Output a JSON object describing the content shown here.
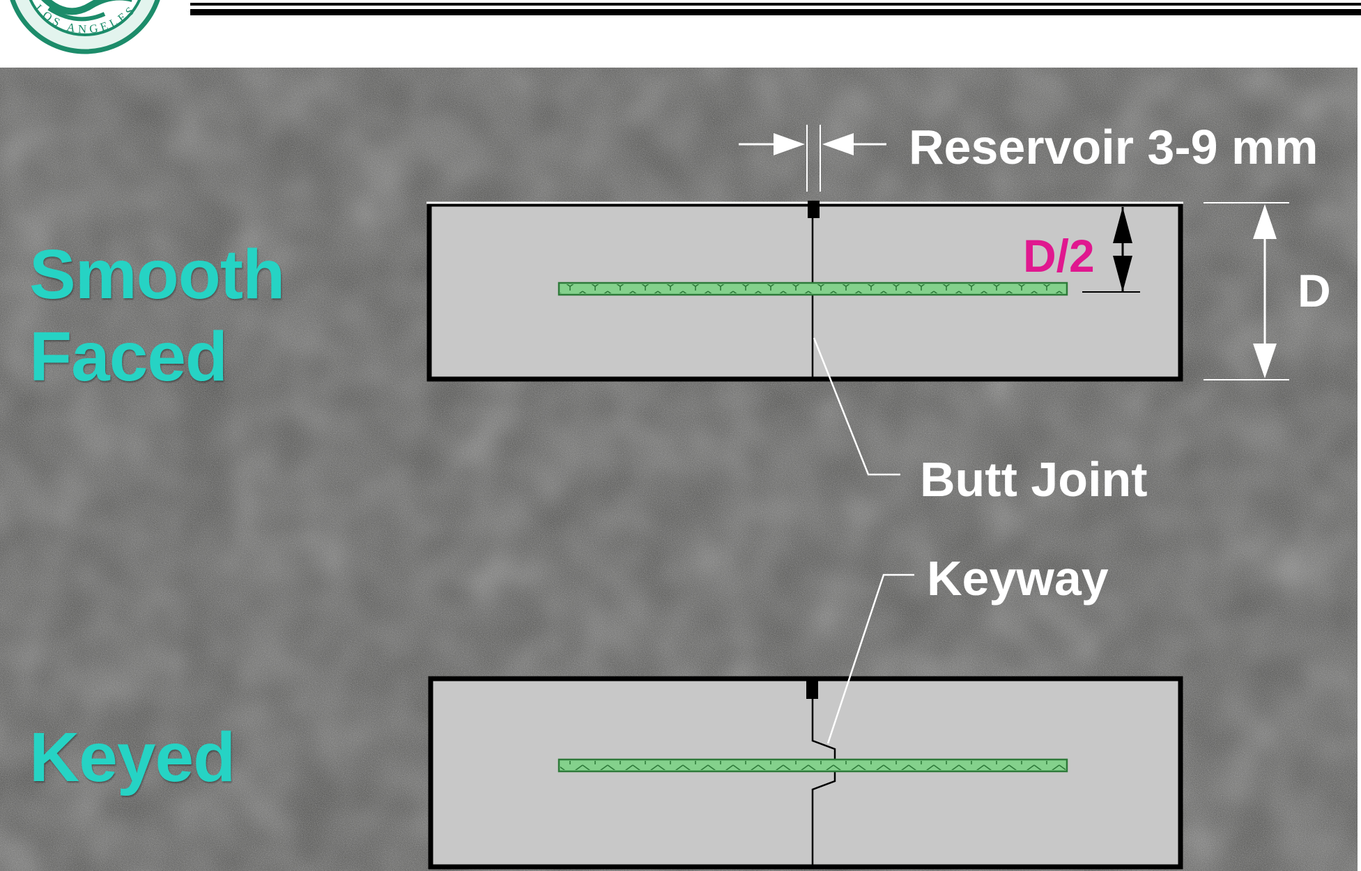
{
  "logo": {
    "text": "LOS ANGELES",
    "colors": {
      "ring": "#1c8c6a",
      "fill": "#e3f4ee"
    }
  },
  "labels": {
    "smooth_faced": "Smooth Faced",
    "keyed": "Keyed"
  },
  "annotations": {
    "reservoir": "Reservoir 3-9 mm",
    "half_depth": "D/2",
    "depth": "D",
    "butt_joint": "Butt Joint",
    "keyway": "Keyway"
  },
  "colors": {
    "label_teal": "#26d3c4",
    "half_depth_magenta": "#e0188f",
    "slab": "#c8c8c8",
    "dowel": "#84d18c",
    "background": "#4a4a48"
  }
}
